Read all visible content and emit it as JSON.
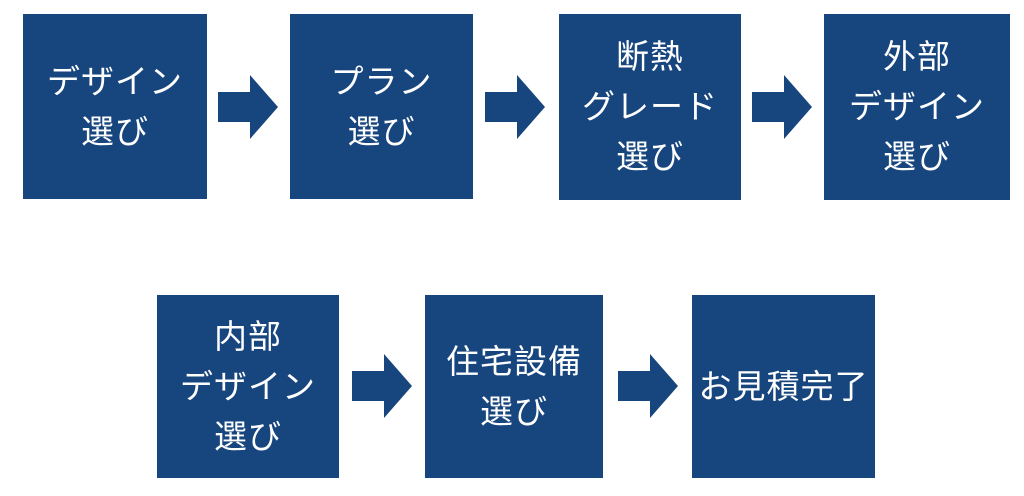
{
  "diagram": {
    "title": "estimate-flow",
    "colors": {
      "accent": "#17457E",
      "text": "#FFFFFF",
      "background": "#FFFFFF"
    },
    "steps": [
      {
        "id": "design-select",
        "label": "デザイン\n選び",
        "row": 1,
        "order": 1
      },
      {
        "id": "plan-select",
        "label": "プラン\n選び",
        "row": 1,
        "order": 2
      },
      {
        "id": "insulation-grade-select",
        "label": "断熱\nグレード\n選び",
        "row": 1,
        "order": 3
      },
      {
        "id": "exterior-design-select",
        "label": "外部\nデザイン\n選び",
        "row": 1,
        "order": 4
      },
      {
        "id": "interior-design-select",
        "label": "内部\nデザイン\n選び",
        "row": 2,
        "order": 5
      },
      {
        "id": "equipment-select",
        "label": "住宅設備\n選び",
        "row": 2,
        "order": 6
      },
      {
        "id": "estimate-complete",
        "label": "お見積完了",
        "row": 2,
        "order": 7
      }
    ],
    "connector": {
      "shape": "right-block-arrow",
      "count": 6
    }
  }
}
